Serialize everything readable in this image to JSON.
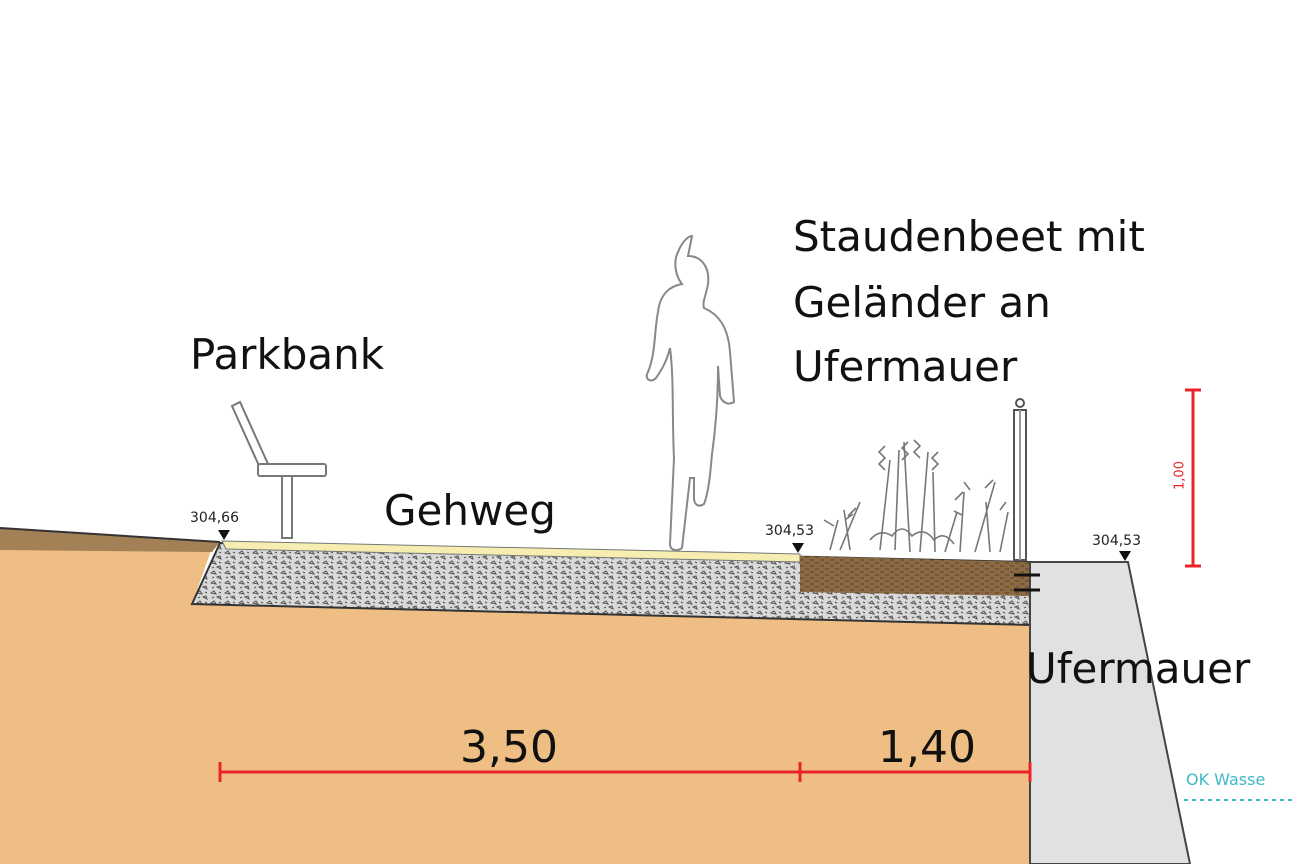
{
  "labels": {
    "parkbank": "Parkbank",
    "gehweg": "Gehweg",
    "staudenbeet_line1": "Staudenbeet mit",
    "staudenbeet_line2": "Geländer an",
    "staudenbeet_line3": "Ufermauer",
    "ufermauer": "Ufermauer",
    "ok_wasser": "OK Wasse"
  },
  "elevations": {
    "left": "304,66",
    "middle": "304,53",
    "right": "304,53"
  },
  "dimensions": {
    "gehweg_width": "3,50",
    "beet_width": "1,40",
    "railing_height": "1,00"
  },
  "colors": {
    "soil": "#efbe85",
    "dimension_red": "#e8242a",
    "wall": "#e1e1e1",
    "path_surface": "#f5eeb0",
    "bed_soil": "#8c6a44",
    "water_line": "#3db9c9"
  }
}
